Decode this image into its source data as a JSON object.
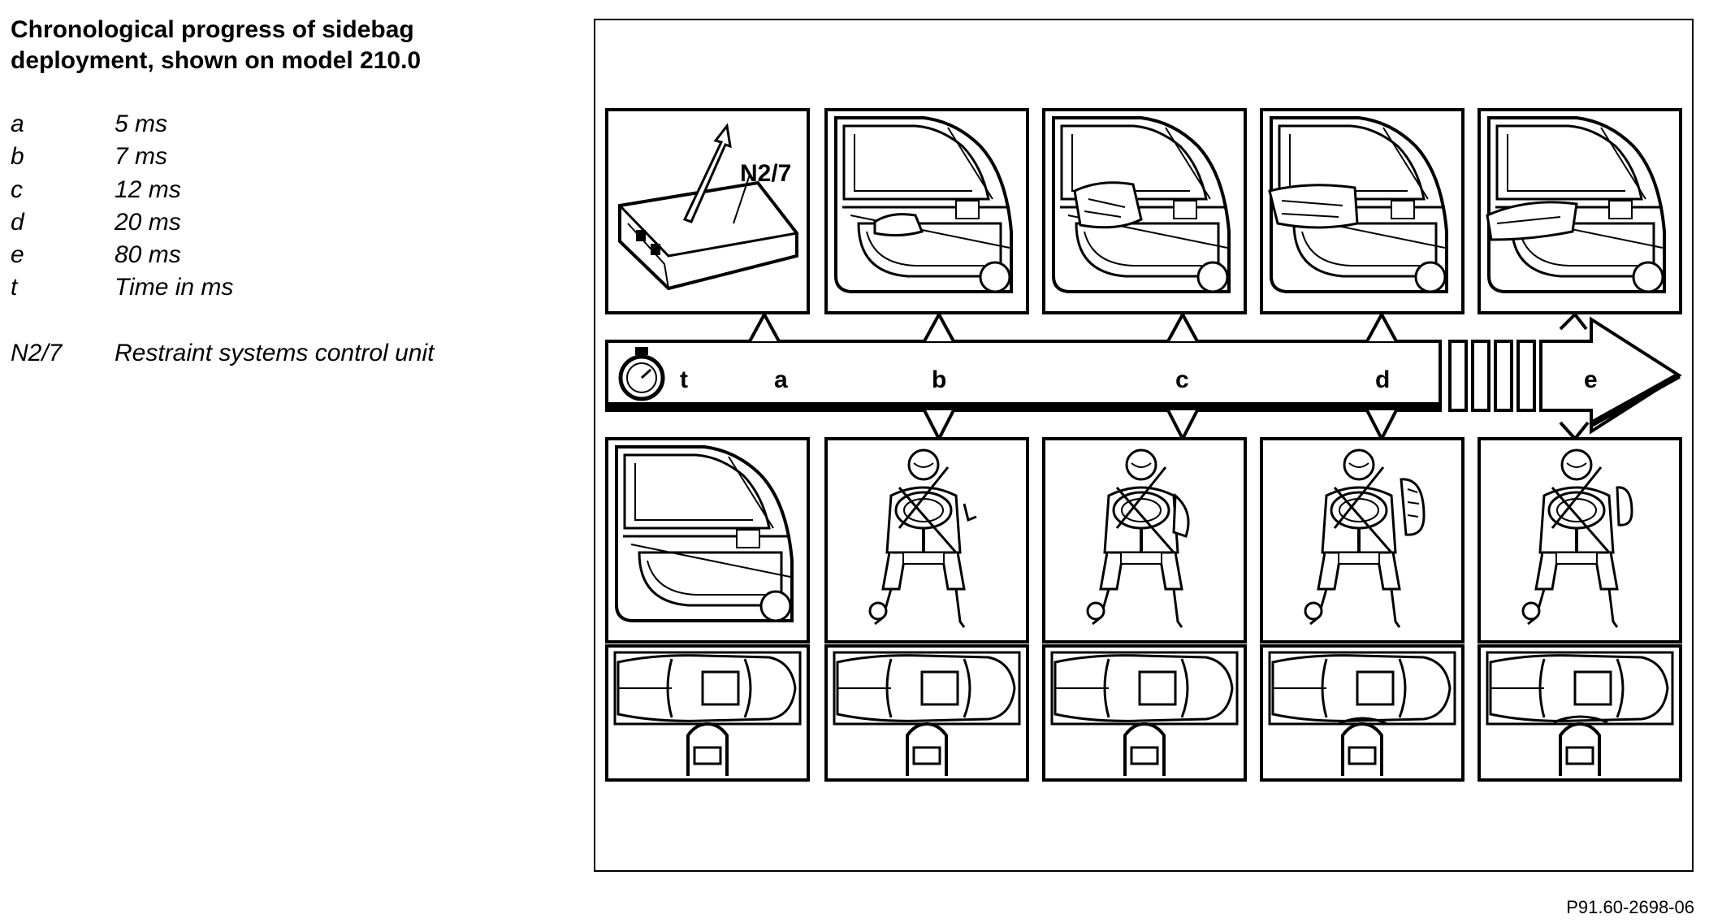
{
  "title_line1": "Chronological progress of sidebag",
  "title_line2": "deployment, shown on model 210.0",
  "legend": [
    {
      "key": "a",
      "text": "5 ms"
    },
    {
      "key": "b",
      "text": "7 ms"
    },
    {
      "key": "c",
      "text": "12 ms"
    },
    {
      "key": "d",
      "text": "20 ms"
    },
    {
      "key": "e",
      "text": "80 ms"
    },
    {
      "key": "t",
      "text": "Time in ms"
    }
  ],
  "component": {
    "key": "N2/7",
    "text": "Restraint systems control unit"
  },
  "figure": {
    "callout_label": "N2/7",
    "timeline_labels": {
      "t": "t",
      "a": "a",
      "b": "b",
      "c": "c",
      "d": "d",
      "e": "e"
    }
  },
  "figure_id": "P91.60-2698-06"
}
